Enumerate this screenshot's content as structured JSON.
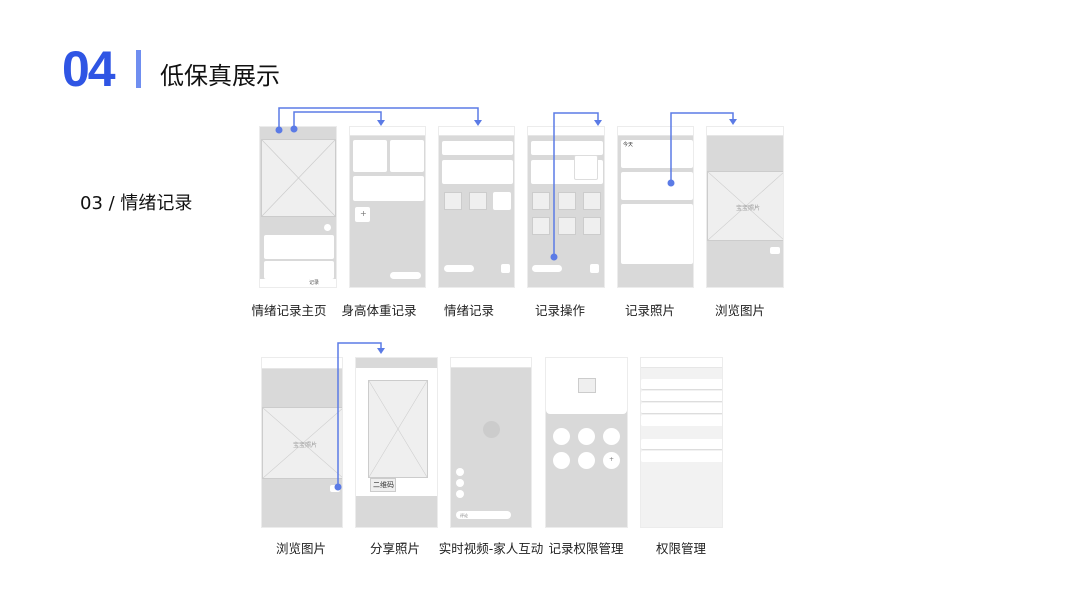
{
  "header": {
    "number": "04",
    "title": "低保真展示"
  },
  "section": "03 / 情绪记录",
  "accent": "#2f55e4",
  "row1": [
    "情绪记录主页",
    "身高体重记录",
    "情绪记录",
    "记录操作",
    "记录照片",
    "浏览图片"
  ],
  "row2": [
    "浏览图片",
    "分享照片",
    "实时视频-家人互动",
    "记录权限管理",
    "权限管理"
  ],
  "wire": {
    "baby_photo": "宝宝照片",
    "record_tab": "记录",
    "qr": "二维码",
    "comment": "评论",
    "plus": "+",
    "today": "今天"
  }
}
